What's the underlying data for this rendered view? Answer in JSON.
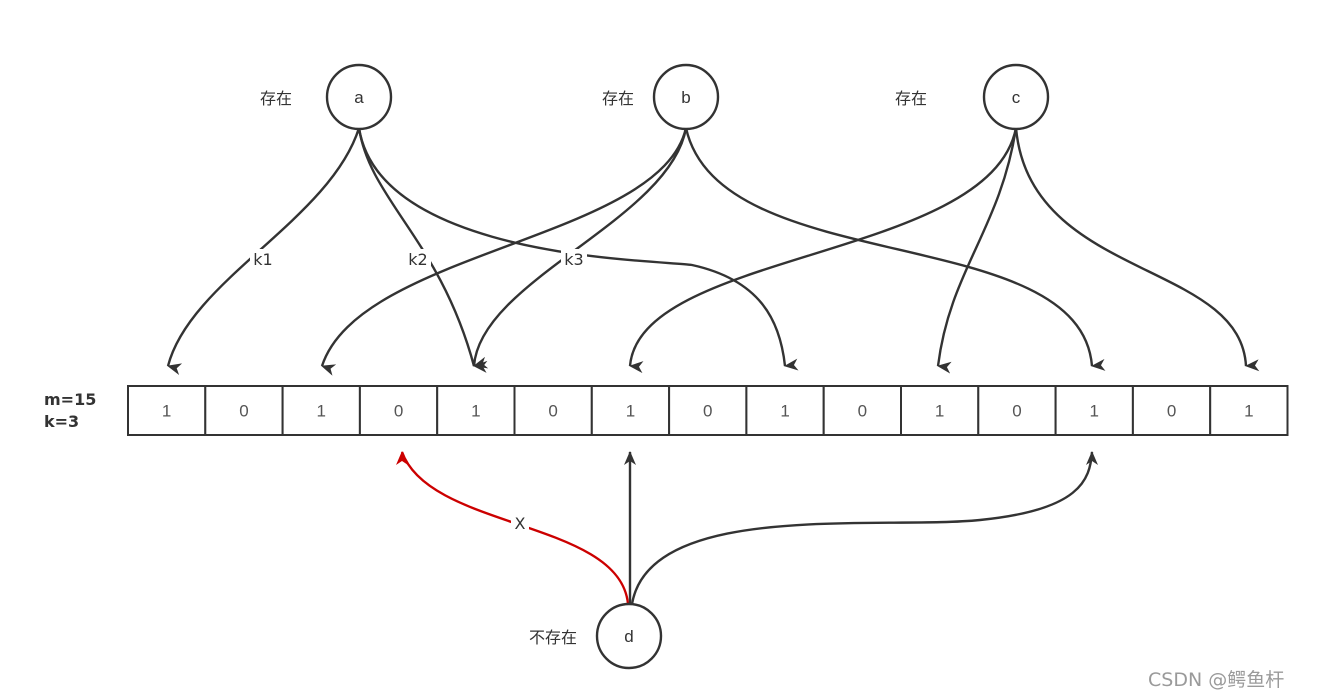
{
  "diagram": {
    "params": {
      "m": "m=15",
      "k": "k=3"
    },
    "bits": [
      "1",
      "0",
      "1",
      "0",
      "1",
      "0",
      "1",
      "0",
      "1",
      "0",
      "1",
      "0",
      "1",
      "0",
      "1"
    ],
    "elements": [
      {
        "id": "a",
        "label": "a",
        "status": "存在"
      },
      {
        "id": "b",
        "label": "b",
        "status": "存在"
      },
      {
        "id": "c",
        "label": "c",
        "status": "存在"
      },
      {
        "id": "d",
        "label": "d",
        "status": "不存在"
      }
    ],
    "hash_labels": {
      "k1": "k1",
      "k2": "k2",
      "k3": "k3"
    },
    "miss_label": "X",
    "watermark": "CSDN @鳄鱼杆",
    "colors": {
      "edge": "#333333",
      "miss_edge": "#cc0000",
      "cell_border": "#333333"
    }
  }
}
